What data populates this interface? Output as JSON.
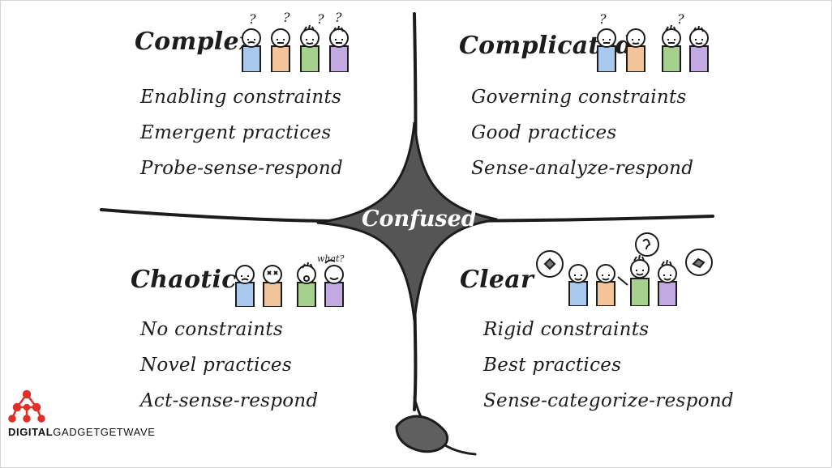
{
  "center": {
    "label": "Confused"
  },
  "quadrants": {
    "complex": {
      "title": "Complex",
      "items": [
        "Enabling constraints",
        "Emergent practices",
        "Probe-sense-respond"
      ]
    },
    "complicated": {
      "title": "Complicated",
      "items": [
        "Governing constraints",
        "Good practices",
        "Sense-analyze-respond"
      ]
    },
    "chaotic": {
      "title": "Chaotic",
      "items": [
        "No constraints",
        "Novel practices",
        "Act-sense-respond"
      ]
    },
    "clear": {
      "title": "Clear",
      "items": [
        "Rigid constraints",
        "Best practices",
        "Sense-categorize-respond"
      ]
    }
  },
  "chaotic_speech": "what?",
  "question_mark": "?",
  "brand": {
    "bold": "DIGITAL",
    "light": "GADGETGETWAVE"
  },
  "colors": {
    "blue": "#a9c8ee",
    "orange": "#f3c49a",
    "green": "#a5d08d",
    "purple": "#c2a9e2",
    "center_fill": "#555555",
    "ink": "#1c1c1c",
    "logo_red": "#e0302a"
  },
  "icons": {
    "people_complex": "confused-people-icon",
    "people_complicated": "thinking-people-icon",
    "people_chaotic": "panicked-people-icon",
    "people_clear": "confident-people-icon",
    "logo": "network-logo-icon"
  }
}
